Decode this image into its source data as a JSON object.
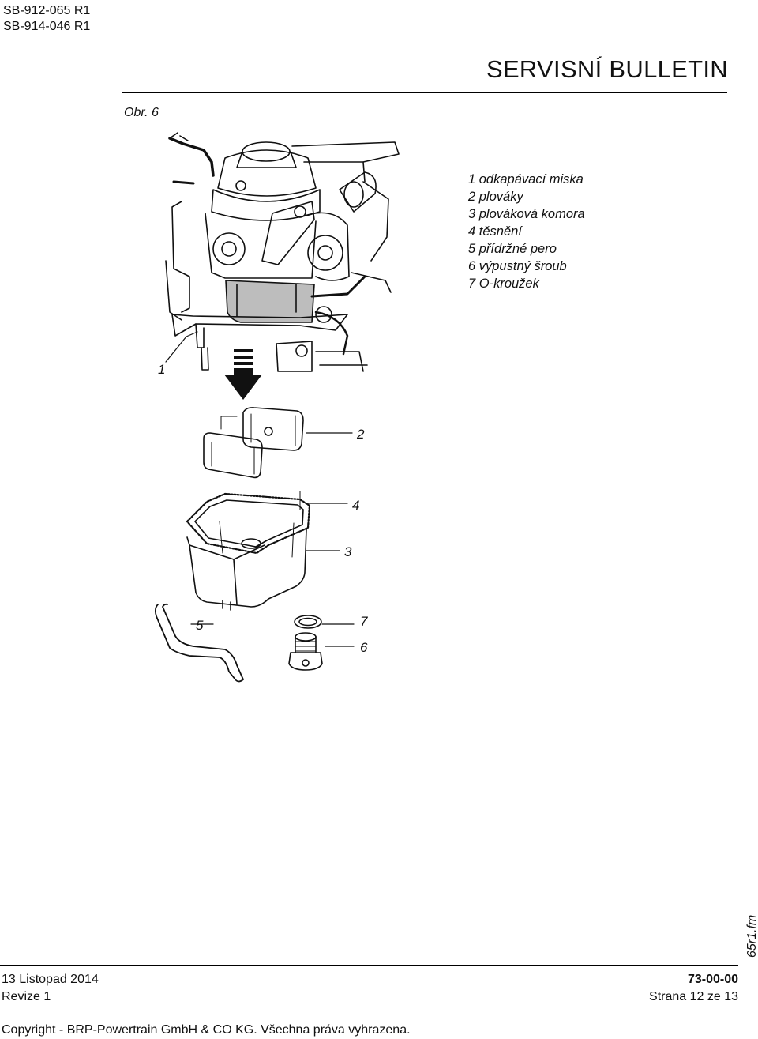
{
  "header": {
    "doc_ids": [
      "SB-912-065 R1",
      "SB-914-046 R1"
    ],
    "title": "SERVISNÍ BULLETIN"
  },
  "figure": {
    "label": "Obr. 6",
    "legend": [
      "1 odkapávací miska",
      "2 plováky",
      "3 plováková komora",
      "4 těsnění",
      "5 přídržné pero",
      "6 výpustný šroub",
      "7 O-kroužek"
    ],
    "callouts": [
      "1",
      "2",
      "3",
      "4",
      "5",
      "6",
      "7"
    ],
    "file_name": "65r1.fm"
  },
  "footer": {
    "date": "13 Listopad 2014",
    "revision": "Revize 1",
    "ata": "73-00-00",
    "page": "Strana 12 ze 13",
    "copyright": "Copyright - BRP-Powertrain GmbH & CO KG. Všechna práva vyhrazena."
  }
}
